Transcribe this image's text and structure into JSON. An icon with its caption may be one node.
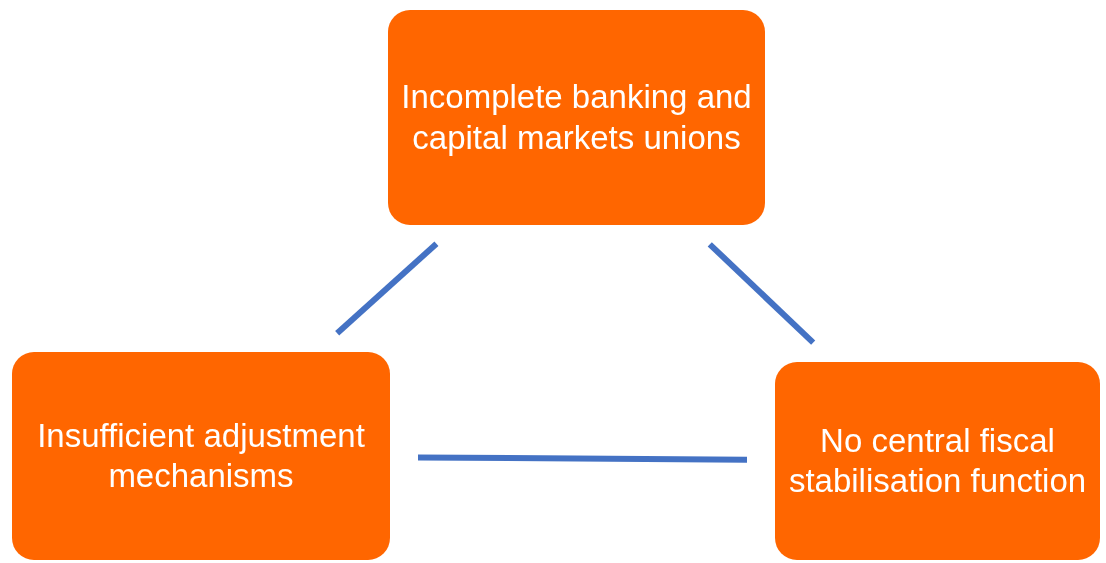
{
  "diagram": {
    "nodes": [
      {
        "text": [
          "Incomplete banking and capital markets unions"
        ]
      },
      {
        "text": [
          "Insufficient adjustment mechanisms"
        ]
      },
      {
        "text": [
          "No central fiscal stabilisation function"
        ]
      }
    ],
    "edges": [
      {
        "from": 1,
        "to": 0,
        "arrow": "none"
      },
      {
        "from": 0,
        "to": 2,
        "arrow": "none"
      },
      {
        "from": 1,
        "to": 2,
        "arrow": "none"
      }
    ]
  }
}
